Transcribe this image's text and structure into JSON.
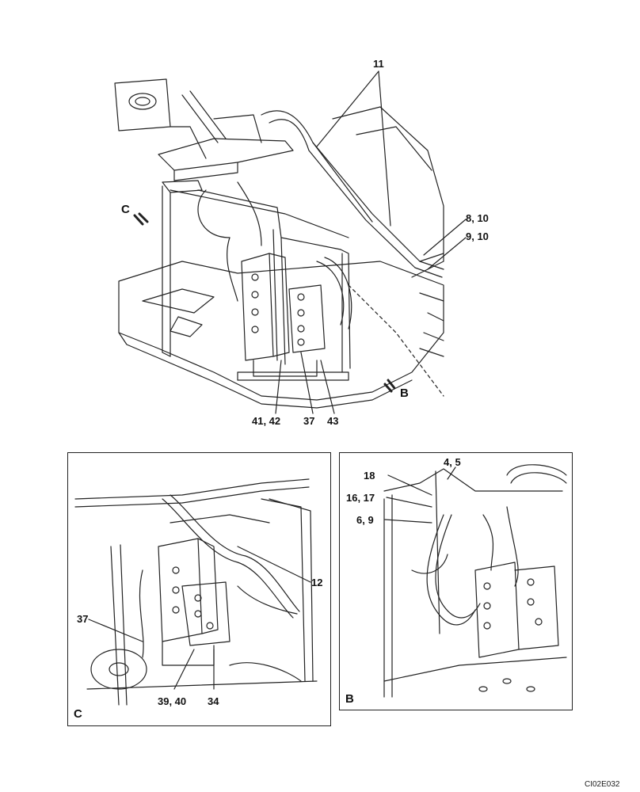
{
  "top_view": {
    "callouts": {
      "c11": "11",
      "c8_10": "8, 10",
      "c9_10": "9, 10",
      "c41_42": "41, 42",
      "c37": "37",
      "c43": "43",
      "view_c": "C",
      "view_b": "B"
    }
  },
  "panel_c": {
    "letter": "C",
    "callouts": {
      "c12": "12",
      "c37": "37",
      "c39_40": "39, 40",
      "c34": "34"
    }
  },
  "panel_b": {
    "letter": "B",
    "callouts": {
      "c4_5": "4, 5",
      "c18": "18",
      "c16_17": "16, 17",
      "c6_9": "6, 9"
    }
  },
  "footer": {
    "code": "CI02E032"
  }
}
